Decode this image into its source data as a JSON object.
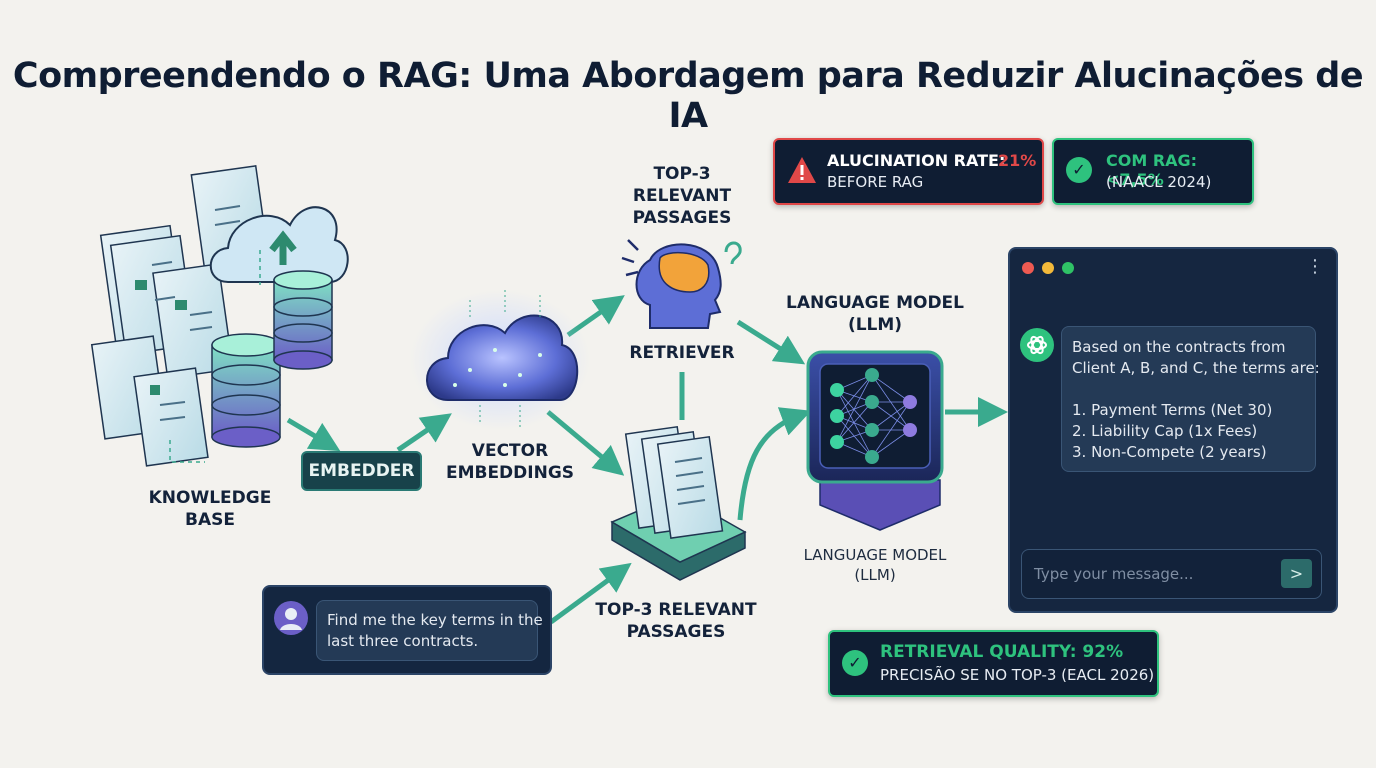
{
  "title": "Compreendendo o RAG: Uma Abordagem para Reduzir Alucinações de IA",
  "labels": {
    "knowledge_base": "KNOWLEDGE\nBASE",
    "embedder": "EMBEDDER",
    "vector_embeddings": "VECTOR\nEMBEDDINGS",
    "top3_upper": "TOP-3\nRELEVANT\nPASSAGES",
    "retriever": "RETRIEVER",
    "top3_lower": "TOP-3 RELEVANT\nPASSAGES",
    "llm_upper": "LANGUAGE MODEL\n(LLM)",
    "llm_lower": "LANGUAGE MODEL\n(LLM)"
  },
  "badges": {
    "hallucination": {
      "title": "ALUCINATION RATE:",
      "value": "21%",
      "subtitle": "BEFORE RAG",
      "color": "#e04848"
    },
    "with_rag": {
      "title": "COM RAG: <7,5%",
      "subtitle": "(NAACL 2024)",
      "color": "#2ec27e"
    },
    "retrieval": {
      "title": "RETRIEVAL QUALITY: 92%",
      "subtitle": "PRECISÃO SE NO TOP-3 (EACL 2026)",
      "color": "#2ec27e"
    }
  },
  "chat": {
    "menu_icon": "⋮",
    "ai_response": {
      "line1": "Based on the contracts from",
      "line2": "Client A, B, and C, the terms are:",
      "items": [
        "1. Payment Terms (Net 30)",
        "2. Liability Cap (1x Fees)",
        "3. Non-Compete (2 years)"
      ]
    },
    "input_placeholder": "Type your message...",
    "send_icon": ">"
  },
  "user_query": {
    "line1": "Find me the key terms in the",
    "line2": "last three contracts."
  },
  "colors": {
    "navy": "#0f1d33",
    "teal": "#3aaa8e",
    "green": "#2ec27e",
    "red": "#e04848",
    "purple": "#6b5fc7"
  }
}
